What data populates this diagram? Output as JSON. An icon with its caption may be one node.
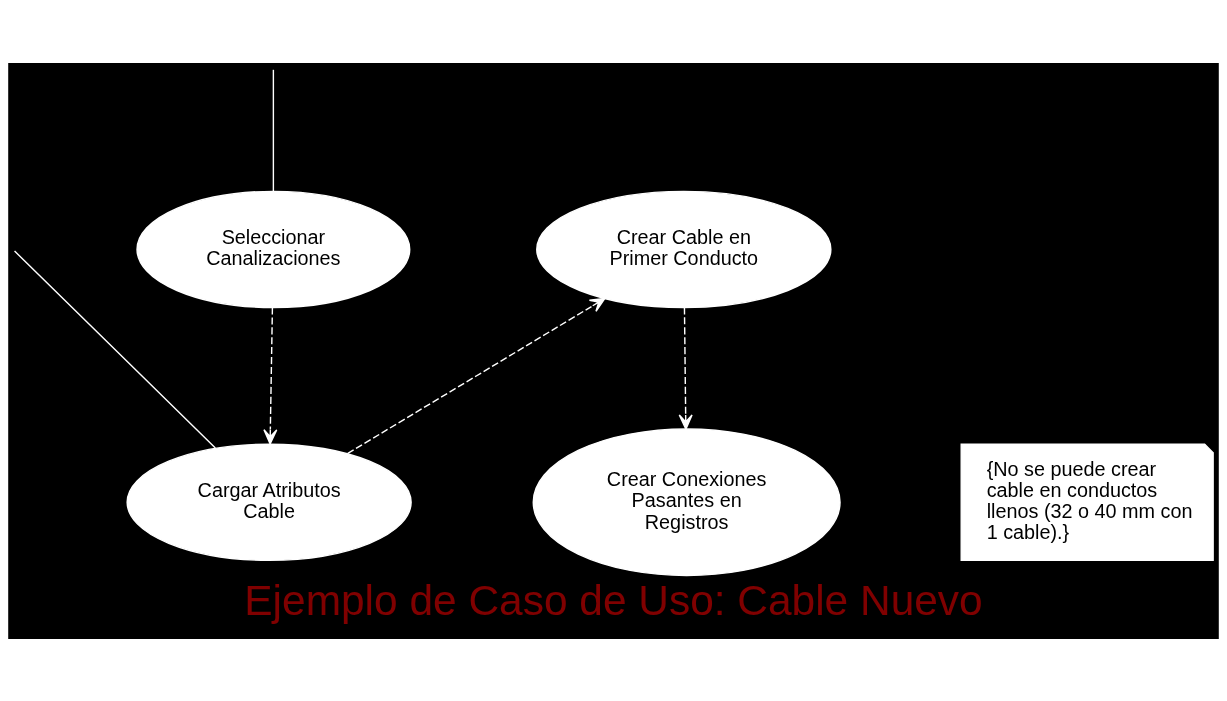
{
  "diagram": {
    "title": "Ejemplo de Caso de Uso: Cable Nuevo",
    "nodes": [
      {
        "text": [
          "Seleccionar Canalizaciones"
        ]
      },
      {
        "text": [
          "Cargar Atributos Cable"
        ]
      },
      {
        "text": [
          "Crear Cable en Primer Conducto"
        ]
      },
      {
        "text": [
          "Crear Conexiones Pasantes en Registros"
        ]
      },
      {
        "text": [
          "{No se puede crear cable en conductos llenos (32 o 40 mm con 1 cable).}"
        ]
      }
    ],
    "edges": [
      {
        "from": null,
        "to": 0,
        "arrow": "none"
      },
      {
        "from": null,
        "to": 1,
        "arrow": "none"
      },
      {
        "from": 0,
        "to": 1,
        "arrow": "to",
        "style": "dashed"
      },
      {
        "from": 1,
        "to": 2,
        "arrow": "to",
        "style": "dashed"
      },
      {
        "from": 2,
        "to": 3,
        "arrow": "to",
        "style": "dashed"
      }
    ]
  }
}
